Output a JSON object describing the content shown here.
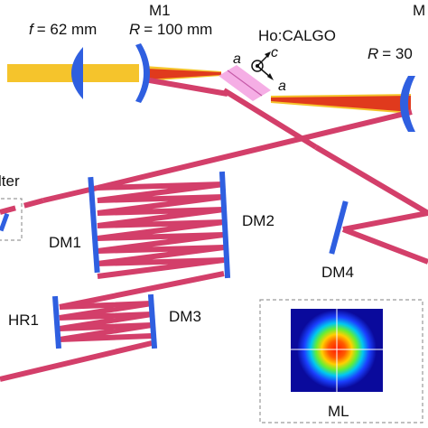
{
  "labels": {
    "lens_focal_prefix": "f",
    "lens_focal_value": "= 62 mm",
    "m1_name": "M1",
    "m1_radius_prefix": "R",
    "m1_radius_value": "= 100 mm",
    "m2_name": "M",
    "m2_radius_prefix": "R",
    "m2_radius_value": "= 30",
    "crystal_name": "Ho:CALGO",
    "axis_a_top": "a",
    "axis_c": "c",
    "axis_a_right": "a",
    "filter_partial": "lter",
    "dm1": "DM1",
    "dm2": "DM2",
    "dm3": "DM3",
    "dm4": "DM4",
    "hr1": "HR1",
    "inset_caption": "ML"
  },
  "colors": {
    "pump_beam": "#f5c42c",
    "laser_beam": "#d33f6a",
    "optic_blue": "#2f5fe0",
    "crystal": "#f3a0e0",
    "focused_red": "#e03a1d",
    "dashed_box": "#9a9a9a"
  },
  "inset": {
    "description_icon": "beam-profile-heatmap-icon"
  }
}
